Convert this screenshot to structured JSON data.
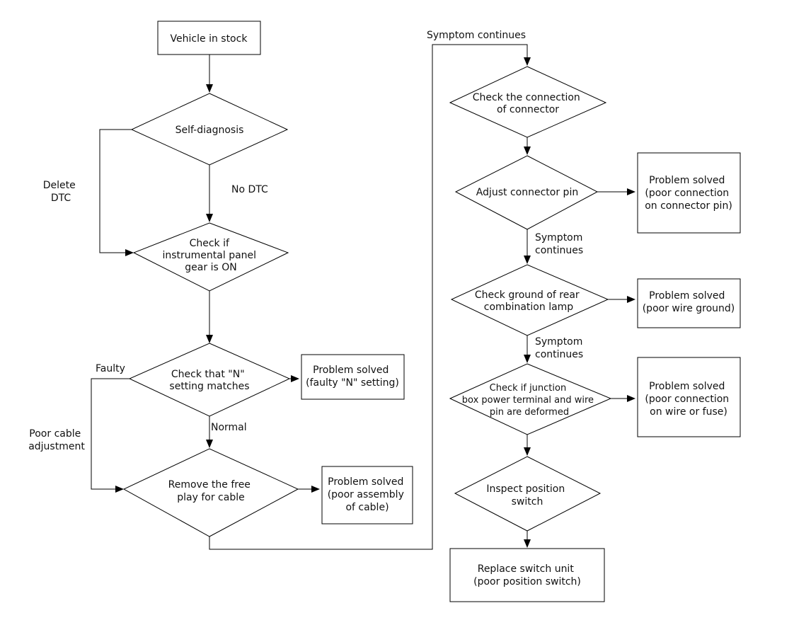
{
  "diagram": {
    "nodes": {
      "vehicle_in_stock": [
        "Vehicle in stock"
      ],
      "self_diagnosis": [
        "Self-diagnosis"
      ],
      "check_gear_on": [
        "Check if",
        "instrumental panel",
        "gear is ON"
      ],
      "check_n_setting": [
        "Check that \"N\"",
        "setting matches"
      ],
      "solved_n_setting": [
        "Problem solved",
        "(faulty \"N\" setting)"
      ],
      "remove_free_play": [
        "Remove the free",
        "play for cable"
      ],
      "solved_cable_assembly": [
        "Problem solved",
        "(poor assembly",
        "of cable)"
      ],
      "check_connector": [
        "Check the connection",
        "of connector"
      ],
      "adjust_connector_pin": [
        "Adjust connector pin"
      ],
      "solved_connector_pin": [
        "Problem solved",
        "(poor connection",
        "on connector pin)"
      ],
      "check_ground": [
        "Check ground of rear",
        "combination lamp"
      ],
      "solved_wire_ground": [
        "Problem solved",
        "(poor wire ground)"
      ],
      "check_junction_box": [
        "Check if junction",
        "box power terminal and wire",
        "pin are deformed"
      ],
      "solved_wire_fuse": [
        "Problem solved",
        "(poor connection",
        "on wire or fuse)"
      ],
      "inspect_position_switch": [
        "Inspect position",
        "switch"
      ],
      "replace_switch_unit": [
        "Replace switch unit",
        "(poor position switch)"
      ]
    },
    "edge_labels": {
      "delete_dtc": [
        "Delete",
        "DTC"
      ],
      "no_dtc": [
        "No DTC"
      ],
      "faulty": [
        "Faulty"
      ],
      "normal": [
        "Normal"
      ],
      "poor_cable_adjustment": [
        "Poor cable",
        "adjustment"
      ],
      "symptom_continues_top": [
        "Symptom continues"
      ],
      "symptom_continues_1": [
        "Symptom",
        "continues"
      ],
      "symptom_continues_2": [
        "Symptom",
        "continues"
      ]
    }
  }
}
